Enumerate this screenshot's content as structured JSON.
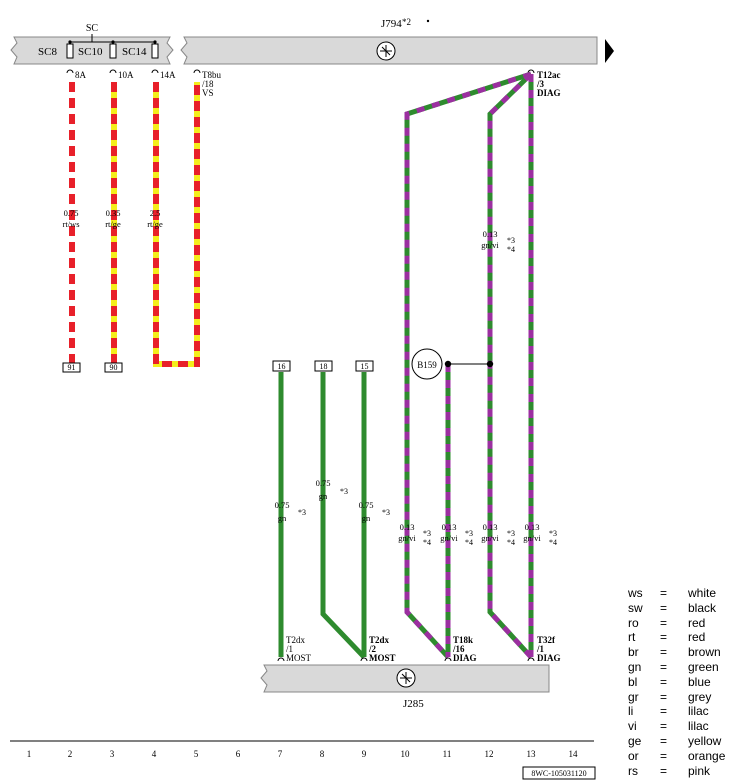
{
  "header": {
    "fuse_group_label": "SC",
    "fuses": [
      "SC8",
      "SC10",
      "SC14"
    ],
    "control_unit_top": "J794",
    "control_unit_top_note": "*2",
    "control_unit_bottom": "J285"
  },
  "pins_top": [
    {
      "id": "8A"
    },
    {
      "id": "10A"
    },
    {
      "id": "14A"
    },
    {
      "id": "T8bu",
      "pin": "/18",
      "signal": "VS"
    },
    {
      "id": "T12ac",
      "pin": "/3",
      "signal": "DIAG"
    }
  ],
  "pins_bottom": [
    {
      "id": "T2dx",
      "pin": "/1",
      "signal": "MOST"
    },
    {
      "id": "T2dx",
      "pin": "/2",
      "signal": "MOST"
    },
    {
      "id": "T18k",
      "pin": "/16",
      "signal": "DIAG"
    },
    {
      "id": "T32f",
      "pin": "/1",
      "signal": "DIAG"
    }
  ],
  "wires": [
    {
      "size": "0.75",
      "color": "rt/ws"
    },
    {
      "size": "0.35",
      "color": "rt/ge"
    },
    {
      "size": "2.5",
      "color": "rt/ge"
    },
    {
      "size": "0.13",
      "color": "gn/vi",
      "notes": [
        "*3",
        "*4"
      ]
    },
    {
      "size": "0.75",
      "color": "gn",
      "note": "*3"
    },
    {
      "size": "0.75",
      "color": "gn",
      "note": "*3"
    },
    {
      "size": "0.75",
      "color": "gn",
      "note": "*3"
    },
    {
      "size": "0.13",
      "color": "gn/vi",
      "notes": [
        "*3",
        "*4"
      ]
    },
    {
      "size": "0.13",
      "color": "gn/vi",
      "notes": [
        "*3",
        "*4"
      ]
    },
    {
      "size": "0.13",
      "color": "gn/vi",
      "notes": [
        "*3",
        "*4"
      ]
    },
    {
      "size": "0.13",
      "color": "gn/vi",
      "notes": [
        "*3",
        "*4"
      ]
    }
  ],
  "refs": [
    "91",
    "90",
    "16",
    "18",
    "15"
  ],
  "splice": "B159",
  "grid": [
    "1",
    "2",
    "3",
    "4",
    "5",
    "6",
    "7",
    "8",
    "9",
    "10",
    "11",
    "12",
    "13",
    "14"
  ],
  "doc_id": "8WC-105031120",
  "legend": [
    {
      "k": "ws",
      "v": "white"
    },
    {
      "k": "sw",
      "v": "black"
    },
    {
      "k": "ro",
      "v": "red"
    },
    {
      "k": "rt",
      "v": "red"
    },
    {
      "k": "br",
      "v": "brown"
    },
    {
      "k": "gn",
      "v": "green"
    },
    {
      "k": "bl",
      "v": "blue"
    },
    {
      "k": "gr",
      "v": "grey"
    },
    {
      "k": "li",
      "v": "lilac"
    },
    {
      "k": "vi",
      "v": "lilac"
    },
    {
      "k": "ge",
      "v": "yellow"
    },
    {
      "k": "or",
      "v": "orange"
    },
    {
      "k": "rs",
      "v": "pink"
    }
  ],
  "legend_eq": "=",
  "colors": {
    "red": "#e8202a",
    "yellow": "#f4ee1c",
    "green": "#2e8b2e",
    "violet": "#9b2fa0",
    "bar": "#d9d9d9"
  }
}
